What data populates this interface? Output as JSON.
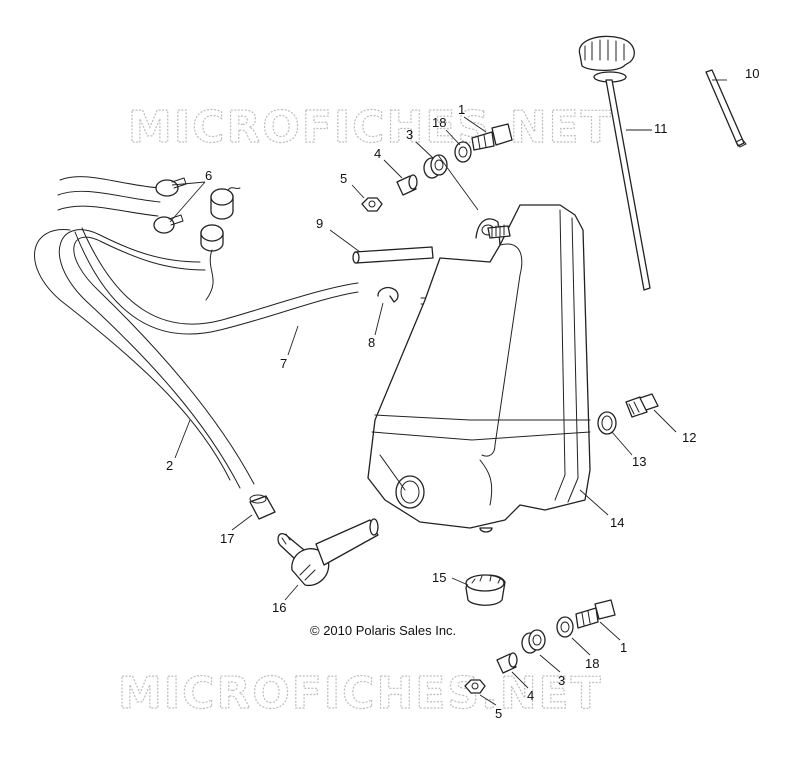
{
  "watermark": {
    "top": "MICROFICHES.NET",
    "bottom": "MICROFICHES.NET"
  },
  "copyright": "© 2010 Polaris Sales Inc.",
  "callouts": {
    "c1a": "1",
    "c18a": "18",
    "c3a": "3",
    "c4a": "4",
    "c5a": "5",
    "c6": "6",
    "c9": "9",
    "c10": "10",
    "c11": "11",
    "c8": "8",
    "c7": "7",
    "c2": "2",
    "c12": "12",
    "c13": "13",
    "c14": "14",
    "c17": "17",
    "c16": "16",
    "c15": "15",
    "c1b": "1",
    "c18b": "18",
    "c3b": "3",
    "c4b": "4",
    "c5b": "5"
  }
}
